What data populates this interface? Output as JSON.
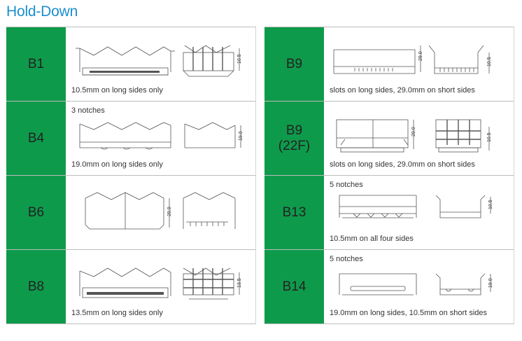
{
  "title": "Hold-Down",
  "left": [
    {
      "code": "B1",
      "sub": "",
      "note": "",
      "desc": "10.5mm on long sides only",
      "dim": "10.5"
    },
    {
      "code": "B4",
      "sub": "",
      "note": "3 notches",
      "desc": "19.0mm on long sides only",
      "dim": "19.0"
    },
    {
      "code": "B6",
      "sub": "",
      "note": "",
      "desc": "",
      "dim": "29.0"
    },
    {
      "code": "B8",
      "sub": "",
      "note": "",
      "desc": "13.5mm on long sides only",
      "dim": "13.5"
    }
  ],
  "right": [
    {
      "code": "B9",
      "sub": "",
      "note": "",
      "desc": "slots on long sides, 29.0mm on short sides",
      "dim": "29.0",
      "dim2": "10.5"
    },
    {
      "code": "B9",
      "sub": "(22F)",
      "note": "",
      "desc": "slots on long sides, 29.0mm on short sides",
      "dim": "29.0",
      "dim2": "10.5"
    },
    {
      "code": "B13",
      "sub": "",
      "note": "5 notches",
      "desc": "10.5mm on all four sides",
      "dim": "10.5"
    },
    {
      "code": "B14",
      "sub": "",
      "note": "5 notches",
      "desc": "19.0mm on long sides, 10.5mm on short sides",
      "dim": "19.0"
    }
  ],
  "colors": {
    "code_bg": "#0e9a4b",
    "title": "#1a8fcf",
    "border": "#bdbdbd"
  }
}
